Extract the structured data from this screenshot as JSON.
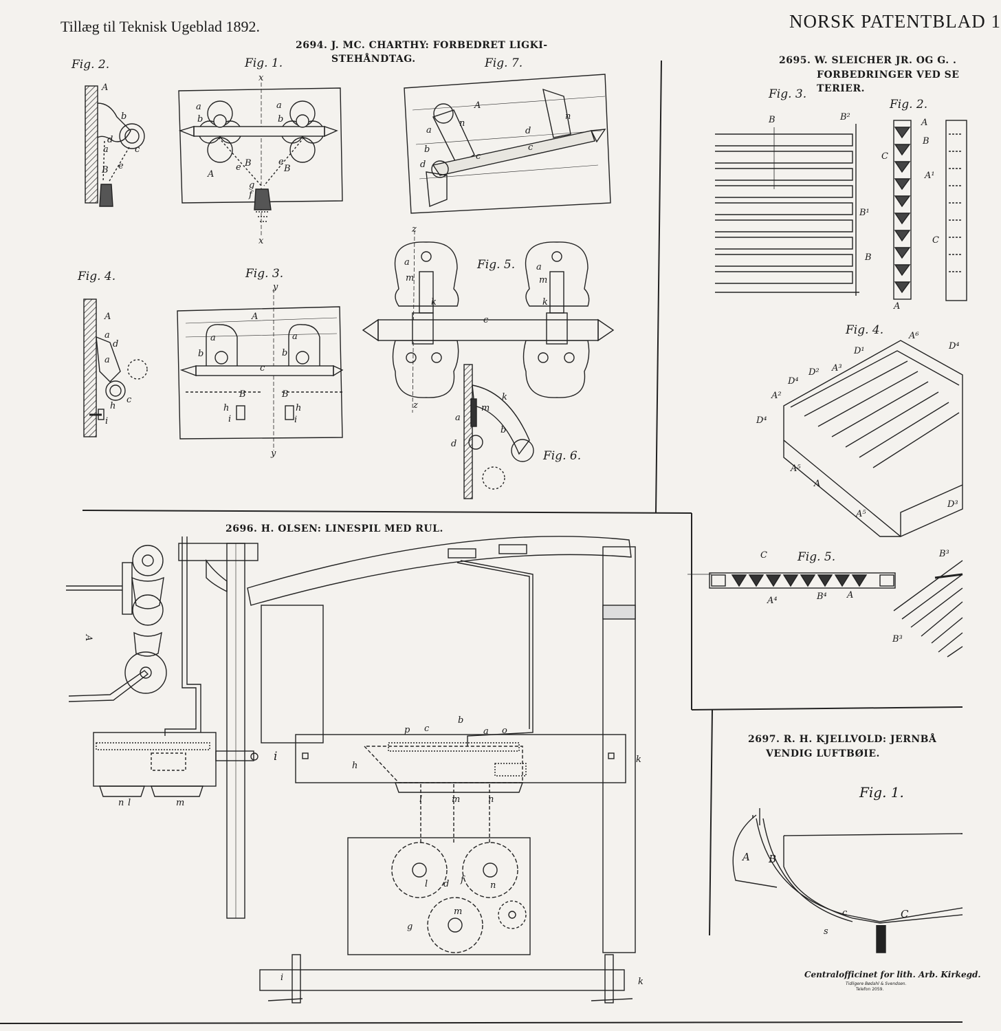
{
  "header": {
    "left": "Tillæg til Teknisk Ugeblad 1892.",
    "right": "NORSK PATENTBLAD 1"
  },
  "patents": [
    {
      "title_line1": "2694.  J. MC. CHARTHY:  FORBEDRET LIGKI-",
      "title_line2": "STEHÅNDTAG."
    },
    {
      "title_line1": "2695.  W. SLEICHER JR. OG G. .",
      "title_line2": "FORBEDRINGER VED SE",
      "title_line3": "TERIER."
    },
    {
      "title_line1": "2696.  H. OLSEN:  LINESPIL MED RUL."
    },
    {
      "title_line1": "2697.  R. H. KJELLVOLD:  JERNBÅ",
      "title_line2": "VENDIG LUFTBØIE."
    }
  ],
  "figures": {
    "p2694": [
      "Fig. 2.",
      "Fig. 1.",
      "Fig. 7.",
      "Fig. 4.",
      "Fig. 3.",
      "Fig. 5.",
      "Fig. 6."
    ],
    "p2695": [
      "Fig. 3.",
      "Fig. 2.",
      "Fig. 4.",
      "Fig. 5."
    ],
    "p2697": [
      "Fig. 1."
    ]
  },
  "labels": {
    "f2_A": "A",
    "f2_b": "b",
    "f2_d": "d",
    "f2_a": "a",
    "f2_c": "c",
    "f2_B": "B",
    "f2_e": "e",
    "f1_x_top": "x",
    "f1_x_bot": "x",
    "f1_a1": "a",
    "f1_a2": "a",
    "f1_b1": "b",
    "f1_b2": "b",
    "f1_A": "A",
    "f1_e1": "e",
    "f1_e2": "e",
    "f1_B1": "B",
    "f1_B2": "B",
    "f1_g": "g",
    "f1_f": "f",
    "f7_A": "A",
    "f7_a": "a",
    "f7_n1": "n",
    "f7_n2": "n",
    "f7_b": "b",
    "f7_d1": "d",
    "f7_d2": "d",
    "f7_c1": "c",
    "f7_c2": "c",
    "f4_A": "A",
    "f4_a1": "a",
    "f4_d": "d",
    "f4_a2": "a",
    "f4_c": "c",
    "f4_h": "h",
    "f4_i": "i",
    "f3_y_top": "y",
    "f3_y_bot": "y",
    "f3_A": "A",
    "f3_b1": "b",
    "f3_b2": "b",
    "f3_c": "c",
    "f3_B1": "B",
    "f3_B2": "B",
    "f3_h1": "h",
    "f3_h2": "h",
    "f3_i1": "i",
    "f3_i2": "i",
    "f3_a1": "a",
    "f3_a2": "a",
    "f5_z_top": "z",
    "f5_z_bot": "z",
    "f5_a1": "a",
    "f5_a2": "a",
    "f5_m1": "m",
    "f5_m2": "m",
    "f5_k1": "k",
    "f5_k2": "k",
    "f5_c": "c",
    "f6_k": "k",
    "f6_m": "m",
    "f6_a": "a",
    "f6_b": "b",
    "f6_d": "d",
    "s3_B": "B",
    "s3_B2": "B²",
    "s3_B1": "B¹",
    "s3_Bb": "B",
    "s2_A": "A",
    "s2_B": "B",
    "s2_C": "C",
    "s2_A1": "A¹",
    "s2_Abot": "A",
    "s2_C2": "C",
    "s4_A6": "A⁶",
    "s4_D1": "D¹",
    "s4_D4r": "D⁴",
    "s4_D2": "D²",
    "s4_A3": "A³",
    "s4_D4": "D⁴",
    "s4_A2": "A²",
    "s4_Dt": "D⁴",
    "s4_A5": "A⁵",
    "s4_A": "A",
    "s4_A5b": "A⁵",
    "s4_D3": "D³",
    "s5_C": "C",
    "s5_A4": "A⁴",
    "s5_B4": "B⁴",
    "s5_A": "A",
    "s5_B3": "B³",
    "s5_Bb": "B³",
    "o_A": "A",
    "o_i": "i",
    "o_k": "k",
    "o_h": "h",
    "o_n": "n",
    "o_l": "l",
    "o_m": "m",
    "o_p": "p",
    "o_c": "c",
    "o_b": "b",
    "o_a": "a",
    "o_o": "o",
    "o_l2": "l",
    "o_m2": "m",
    "o_n2": "n",
    "o_gl": "l",
    "o_d": "d",
    "o_f": "f",
    "o_n3": "n",
    "o_g": "g",
    "o_m3": "m",
    "o_ib": "i",
    "o_kb": "k",
    "k_A": "A",
    "k_B": "B",
    "k_c": "c",
    "k_C": "C",
    "k_s": "s"
  },
  "credit": {
    "line1": "Centralofficinet for lith. Arb. Kirkegd.",
    "line2": "Tidligere Bødahl & Svendsen.",
    "line3": "Telefon 2059."
  }
}
